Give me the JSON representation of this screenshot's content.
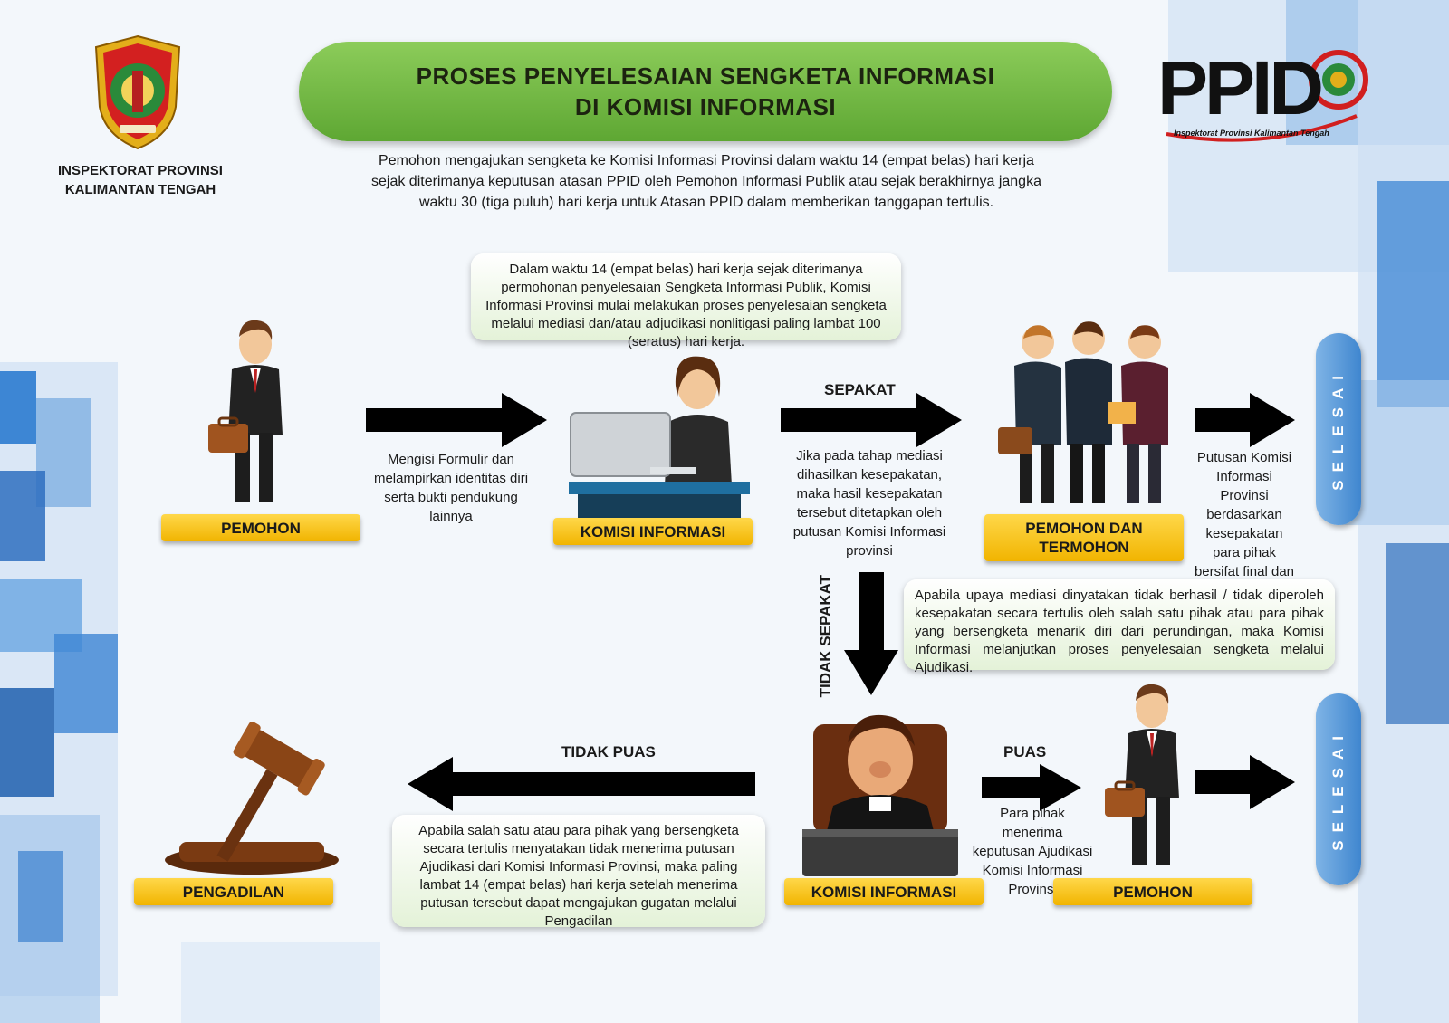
{
  "header": {
    "title_line1": "PROSES PENYELESAIAN SENGKETA INFORMASI",
    "title_line2": "DI KOMISI INFORMASI",
    "intro": "Pemohon mengajukan sengketa ke Komisi Informasi Provinsi dalam waktu 14 (empat belas) hari kerja sejak diterimanya keputusan atasan PPID oleh Pemohon Informasi Publik atau sejak berakhirnya jangka waktu 30 (tiga puluh) hari kerja untuk Atasan PPID dalam memberikan tanggapan tertulis.",
    "org_line1": "INSPEKTORAT PROVINSI",
    "org_line2": "KALIMANTAN TENGAH",
    "ppid_logo": "PPID",
    "ppid_sub": "Inspektorat Provinsi Kalimantan Tengah"
  },
  "flow": {
    "note_top": "Dalam waktu 14 (empat belas) hari kerja sejak diterimanya permohonan penyelesaian Sengketa Informasi Publik, Komisi Informasi Provinsi mulai melakukan proses penyelesaian sengketa melalui mediasi dan/atau adjudikasi nonlitigasi paling lambat 100 (seratus) hari kerja.",
    "pemohon_label": "PEMOHON",
    "step1_desc": "Mengisi Formulir dan melampirkan identitas diri serta bukti pendukung lainnya",
    "komisi_label": "KOMISI INFORMASI",
    "sepakat": "SEPAKAT",
    "sepakat_desc": "Jika pada tahap mediasi dihasilkan kesepakatan, maka hasil kesepakatan tersebut ditetapkan oleh putusan Komisi Informasi provinsi",
    "parties_label_1": "PEMOHON DAN",
    "parties_label_2": "TERMOHON",
    "final_desc": "Putusan Komisi Informasi Provinsi berdasarkan kesepakatan para pihak bersifat final dan mengikat.",
    "selesai": "SELESAI",
    "tidak_sepakat": "TIDAK SEPAKAT",
    "note_mid": "Apabila upaya mediasi dinyatakan tidak berhasil / tidak diperoleh kesepakatan secara tertulis oleh salah satu pihak atau para pihak yang bersengketa menarik diri dari perundingan, maka Komisi Informasi melanjutkan proses penyelesaian sengketa melalui Ajudikasi.",
    "tidak_puas": "TIDAK PUAS",
    "note_bottom": "Apabila salah satu atau para pihak yang bersengketa secara tertulis menyatakan tidak menerima putusan Ajudikasi dari Komisi Informasi Provinsi, maka paling lambat 14 (empat belas) hari kerja setelah menerima putusan tersebut dapat mengajukan gugatan melalui Pengadilan",
    "pengadilan_label": "PENGADILAN",
    "komisi_label_2": "KOMISI INFORMASI",
    "puas": "PUAS",
    "puas_desc": "Para pihak menerima keputusan Ajudikasi Komisi Informasi Provinsi",
    "pemohon_label_2": "PEMOHON",
    "selesai_2": "SELESAI"
  },
  "colors": {
    "title_green": "#6cb43f",
    "label_yellow": "#f5c518",
    "selesai_blue": "#4a8fd4",
    "arrow": "#000000"
  },
  "icons": [
    "emblem-icon",
    "ppid-logo-icon",
    "businessman-icon",
    "office-worker-icon",
    "group-handshake-icon",
    "judge-icon",
    "gavel-icon",
    "arrow-right-icon",
    "arrow-left-icon",
    "arrow-down-icon"
  ]
}
